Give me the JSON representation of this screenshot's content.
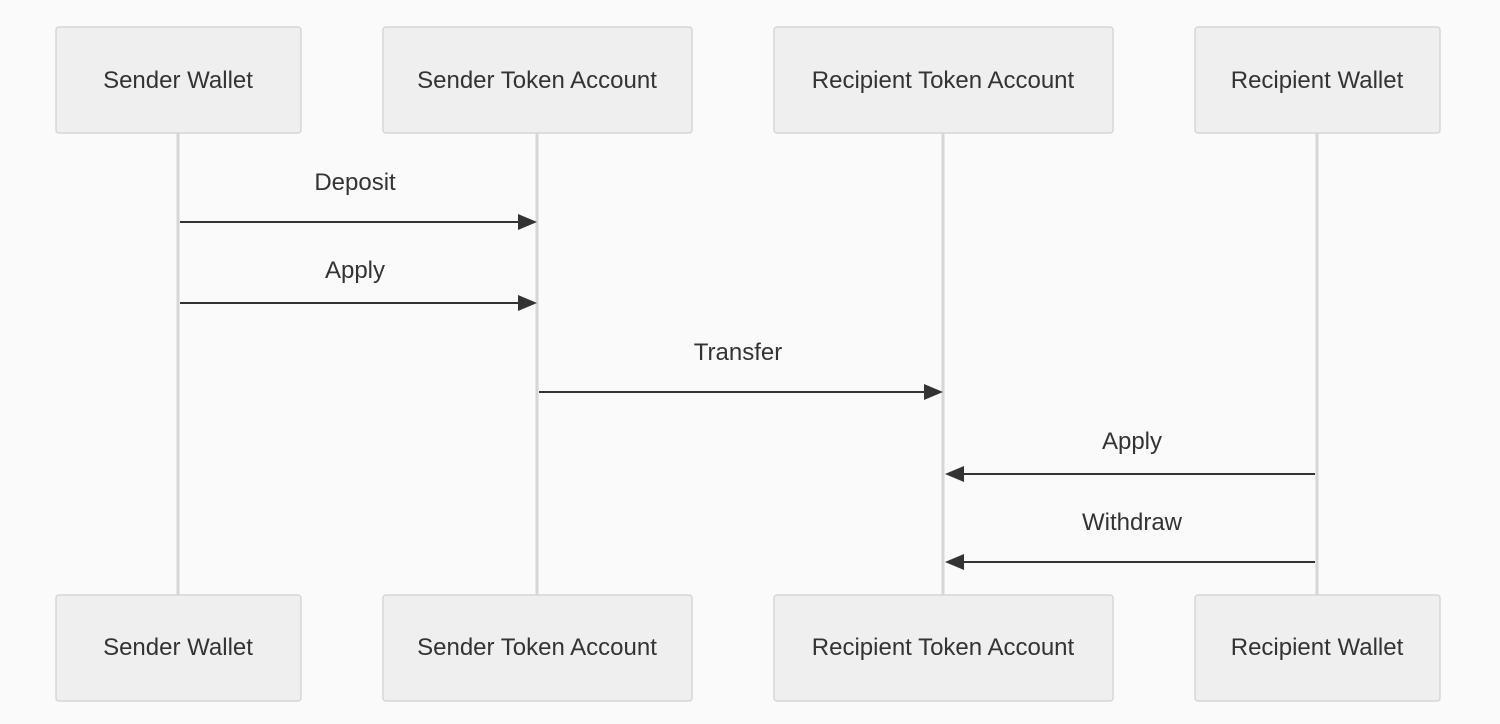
{
  "diagram": {
    "type": "sequence",
    "colors": {
      "background": "#fafafa",
      "actor_fill": "#efefef",
      "actor_stroke": "#d6d6d6",
      "lifeline": "#d6d6d6",
      "text": "#333333",
      "arrow": "#333333"
    },
    "actors": [
      {
        "id": "sender_wallet",
        "label": "Sender Wallet"
      },
      {
        "id": "sender_token_account",
        "label": "Sender Token Account"
      },
      {
        "id": "recipient_token_account",
        "label": "Recipient Token Account"
      },
      {
        "id": "recipient_wallet",
        "label": "Recipient Wallet"
      }
    ],
    "messages": [
      {
        "from": "sender_wallet",
        "to": "sender_token_account",
        "label": "Deposit"
      },
      {
        "from": "sender_wallet",
        "to": "sender_token_account",
        "label": "Apply"
      },
      {
        "from": "sender_token_account",
        "to": "recipient_token_account",
        "label": "Transfer"
      },
      {
        "from": "recipient_wallet",
        "to": "recipient_token_account",
        "label": "Apply"
      },
      {
        "from": "recipient_wallet",
        "to": "recipient_token_account",
        "label": "Withdraw"
      }
    ]
  }
}
